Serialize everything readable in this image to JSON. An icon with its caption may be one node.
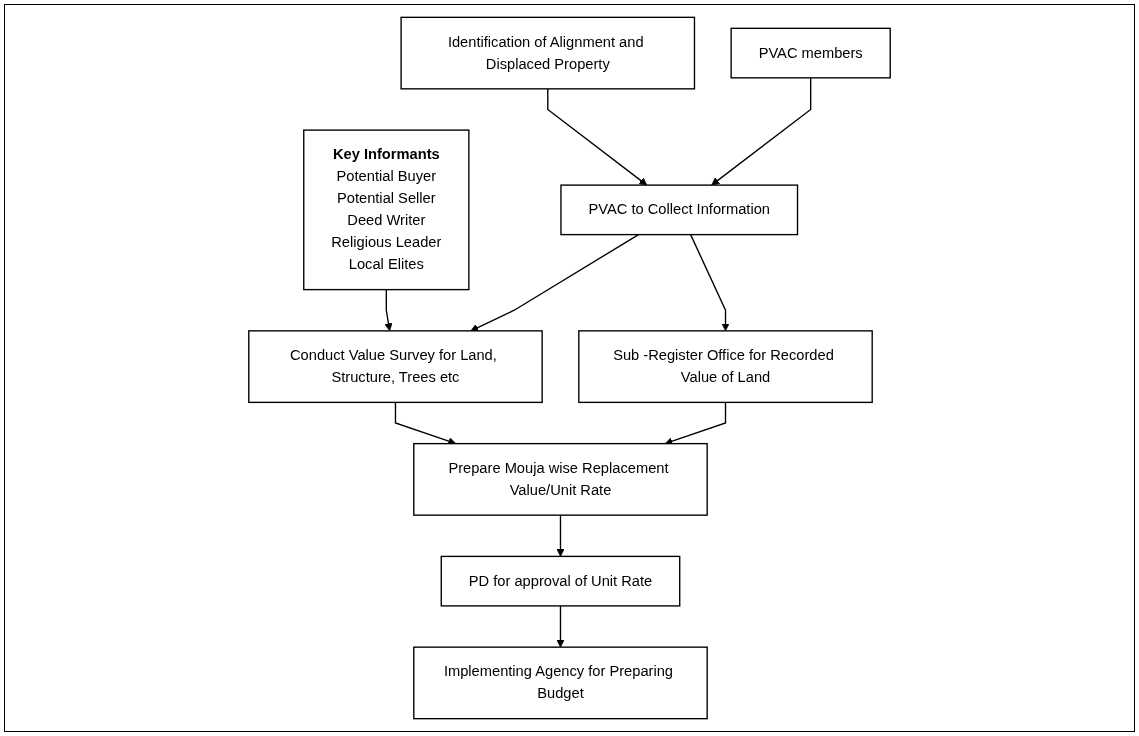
{
  "diagram": {
    "nodes": [
      {
        "text": [
          "Identification of Alignment and Displaced Property"
        ]
      },
      {
        "text": [
          "PVAC members"
        ]
      },
      {
        "text": [
          "PVAC to Collect Information"
        ]
      },
      {
        "text": [
          "Key Informants",
          "Potential Buyer",
          "Potential Seller",
          "Deed Writer",
          "Religious Leader",
          "Local Elites"
        ]
      },
      {
        "text": [
          "Conduct Value Survey for Land, Structure, Trees etc"
        ]
      },
      {
        "text": [
          "Sub -Register Office for Recorded Value of Land"
        ]
      },
      {
        "text": [
          "PD for approval of Unit Rate"
        ]
      },
      {
        "text": [
          "Prepare Mouja wise Replacement Value/Unit Rate"
        ]
      },
      {
        "text": [
          "Implementing Agency for Preparing Budget"
        ]
      }
    ],
    "edges": [
      {
        "from": 0,
        "to": 2,
        "arrow": "to"
      },
      {
        "from": 1,
        "to": 2,
        "arrow": "to"
      },
      {
        "from": 2,
        "to": 4,
        "arrow": "to"
      },
      {
        "from": 2,
        "to": 5,
        "arrow": "to"
      },
      {
        "from": 3,
        "to": 4,
        "arrow": "to"
      },
      {
        "from": 4,
        "to": 7,
        "arrow": "to"
      },
      {
        "from": 5,
        "to": 7,
        "arrow": "to"
      },
      {
        "from": 7,
        "to": 6,
        "arrow": "to"
      },
      {
        "from": 6,
        "to": 8,
        "arrow": "to"
      }
    ]
  }
}
